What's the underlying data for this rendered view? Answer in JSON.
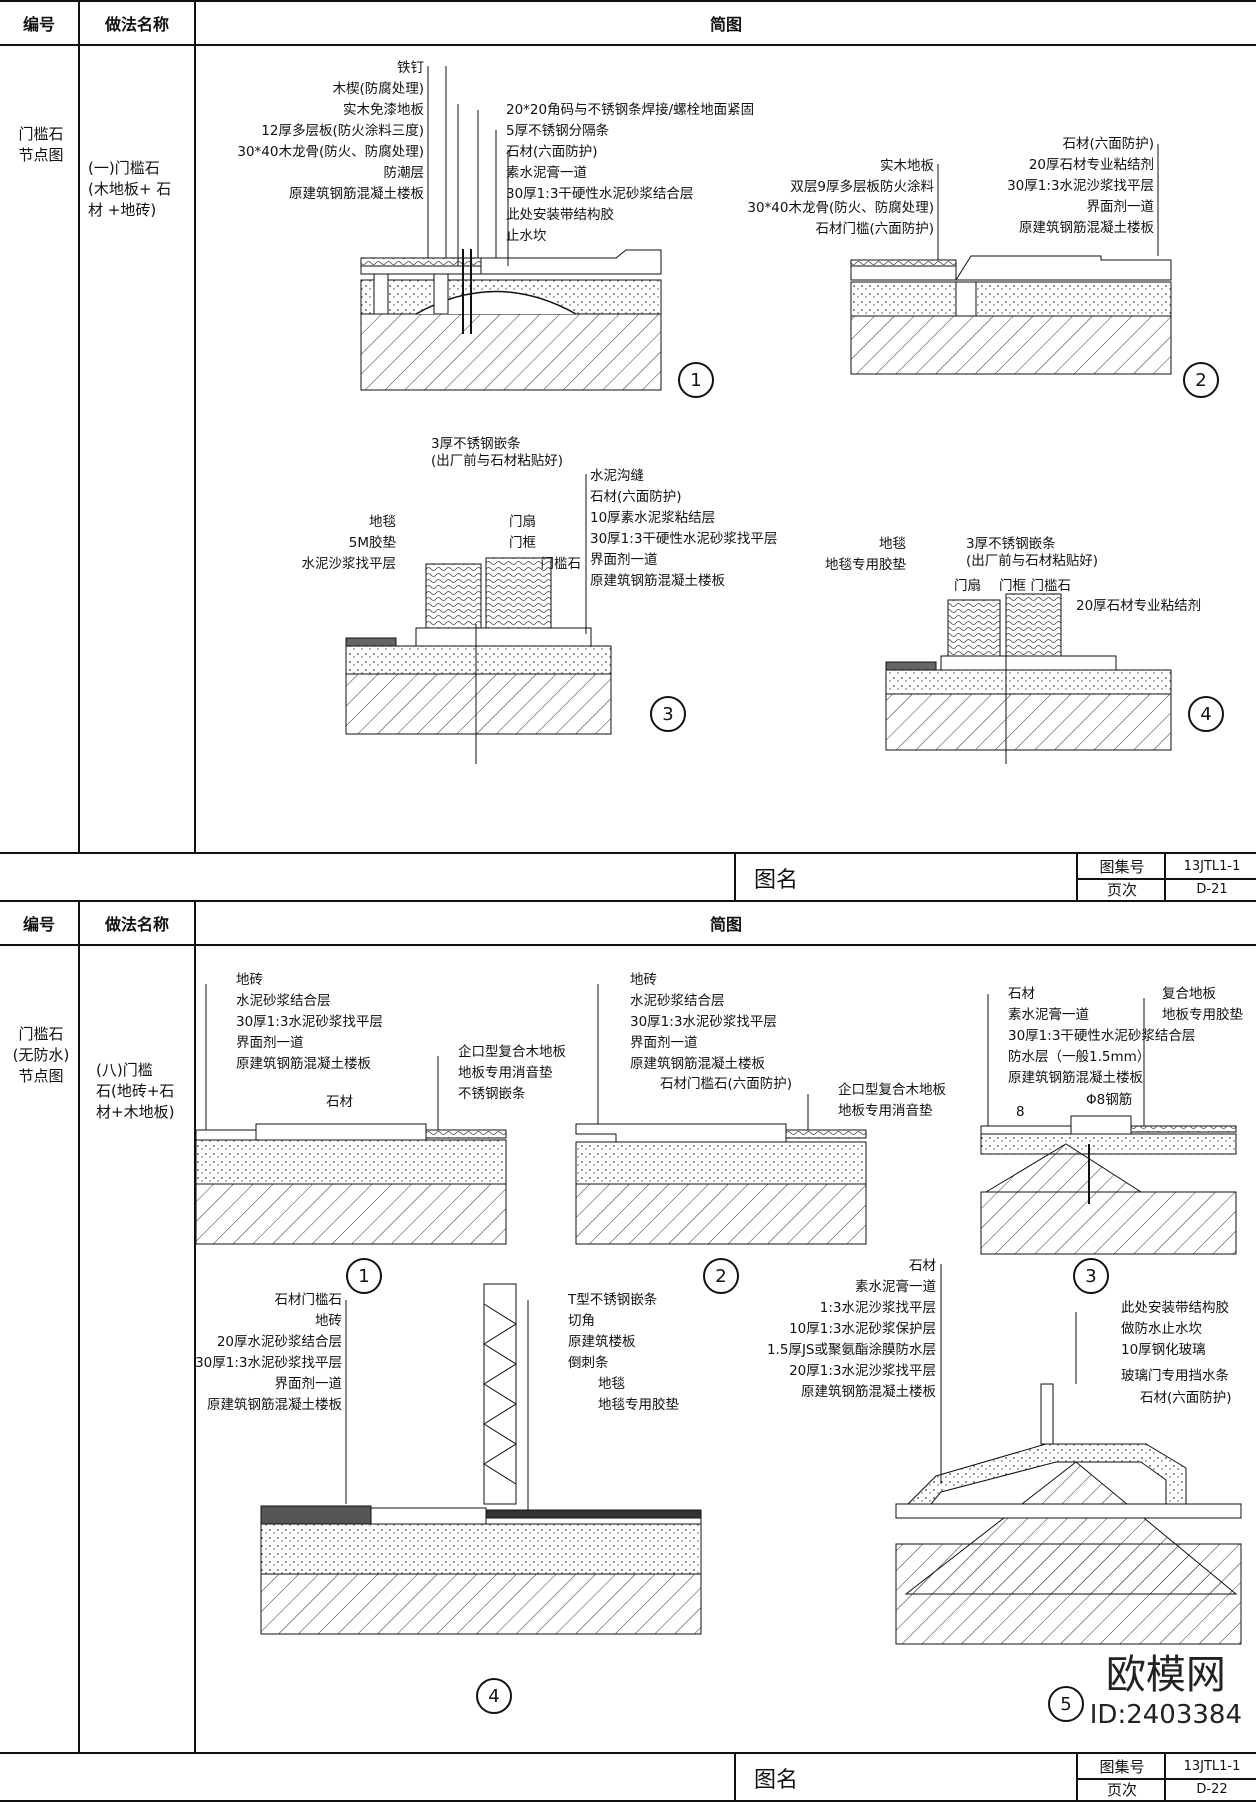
{
  "header": {
    "col1": "编号",
    "col2": "做法名称",
    "col3": "简图"
  },
  "sheet1": {
    "row_id": "门槛石\n节点图",
    "method": "(一)门槛石\n(木地板+ 石\n材 +地砖)",
    "footer": {
      "figname": "图名",
      "set_label": "图集号",
      "set_value": "13JTL1-1",
      "page_label": "页次",
      "page_value": "D-21"
    },
    "d1": {
      "num": "1",
      "left_labels": [
        "铁钉",
        "木楔(防腐处理)",
        "实木免漆地板",
        "12厚多层板(防火涂料三度)",
        "30*40木龙骨(防火、防腐处理)",
        "防潮层",
        "原建筑钢筋混凝土楼板"
      ],
      "right_labels": [
        "20*20角码与不锈钢条焊接/螺栓地面紧固",
        "5厚不锈钢分隔条",
        "石材(六面防护)",
        "素水泥膏一道",
        "30厚1:3干硬性水泥砂浆结合层",
        "此处安装带结构胶",
        "止水坎"
      ]
    },
    "d2": {
      "num": "2",
      "left_labels": [
        "实木地板",
        "双层9厚多层板防火涂料",
        "30*40木龙骨(防火、防腐处理)",
        "石材门槛(六面防护)"
      ],
      "right_labels": [
        "石材(六面防护)",
        "20厚石材专业粘结剂",
        "30厚1:3水泥沙浆找平层",
        "界面剂一道",
        "原建筑钢筋混凝土楼板"
      ]
    },
    "d3": {
      "num": "3",
      "top_labels": [
        "3厚不锈钢嵌条",
        "(出厂前与石材粘贴好)"
      ],
      "left_labels": [
        "地毯",
        "5M胶垫",
        "水泥沙浆找平层"
      ],
      "mid_labels": [
        "门扇",
        "门框",
        "门槛石"
      ],
      "right_labels": [
        "水泥沟缝",
        "石材(六面防护)",
        "10厚素水泥浆粘结层",
        "30厚1:3干硬性水泥砂浆找平层",
        "界面剂一道",
        "原建筑钢筋混凝土楼板"
      ]
    },
    "d4": {
      "num": "4",
      "left_labels": [
        "地毯",
        "地毯专用胶垫"
      ],
      "top_labels": [
        "3厚不锈钢嵌条",
        "(出厂前与石材粘贴好)"
      ],
      "mid_labels": [
        "门扇",
        "门框",
        "门槛石",
        "20厚石材专业粘结剂"
      ]
    }
  },
  "sheet2": {
    "row_id": "门槛石\n(无防水)\n节点图",
    "method": "(八)门槛\n石(地砖+石\n材+木地板)",
    "footer": {
      "figname": "图名",
      "set_label": "图集号",
      "set_value": "13JTL1-1",
      "page_label": "页次",
      "page_value": "D-22"
    },
    "d1": {
      "num": "1",
      "left_labels": [
        "地砖",
        "水泥砂浆结合层",
        "30厚1:3水泥砂浆找平层",
        "界面剂一道",
        "原建筑钢筋混凝土楼板"
      ],
      "stone": "石材",
      "right_labels": [
        "企口型复合木地板",
        "地板专用消音垫",
        "不锈钢嵌条"
      ]
    },
    "d2": {
      "num": "2",
      "left_labels": [
        "地砖",
        "水泥砂浆结合层",
        "30厚1:3水泥砂浆找平层",
        "界面剂一道",
        "原建筑钢筋混凝土楼板"
      ],
      "stone": "石材门槛石(六面防护)",
      "right_labels": [
        "企口型复合木地板",
        "地板专用消音垫"
      ]
    },
    "d3": {
      "num": "3",
      "left_labels": [
        "石材",
        "素水泥膏一道",
        "30厚1:3干硬性水泥砂浆结合层",
        "防水层（一般1.5mm）",
        "原建筑钢筋混凝土楼板"
      ],
      "right_labels": [
        "复合地板",
        "地板专用胶垫"
      ],
      "rebar": "Φ8钢筋",
      "dim": "8"
    },
    "d4": {
      "num": "4",
      "left_labels": [
        "石材门槛石",
        "地砖",
        "20厚水泥砂浆结合层",
        "30厚1:3水泥砂浆找平层",
        "界面剂一道",
        "原建筑钢筋混凝土楼板"
      ],
      "right_labels": [
        "T型不锈钢嵌条",
        "切角",
        "原建筑楼板",
        "倒刺条",
        "地毯",
        "地毯专用胶垫"
      ]
    },
    "d5": {
      "num": "5",
      "left_labels": [
        "石材",
        "素水泥膏一道",
        "1:3水泥沙浆找平层",
        "10厚1:3水泥砂浆保护层",
        "1.5厚JS或聚氨酯涂膜防水层",
        "20厚1:3水泥沙浆找平层",
        "原建筑钢筋混凝土楼板"
      ],
      "right_labels": [
        "此处安装带结构胶",
        "做防水止水坎",
        "10厚钢化玻璃",
        "玻璃门专用挡水条",
        "石材(六面防护)"
      ]
    }
  },
  "brand": {
    "name": "欧模网",
    "id": "ID:2403384"
  }
}
